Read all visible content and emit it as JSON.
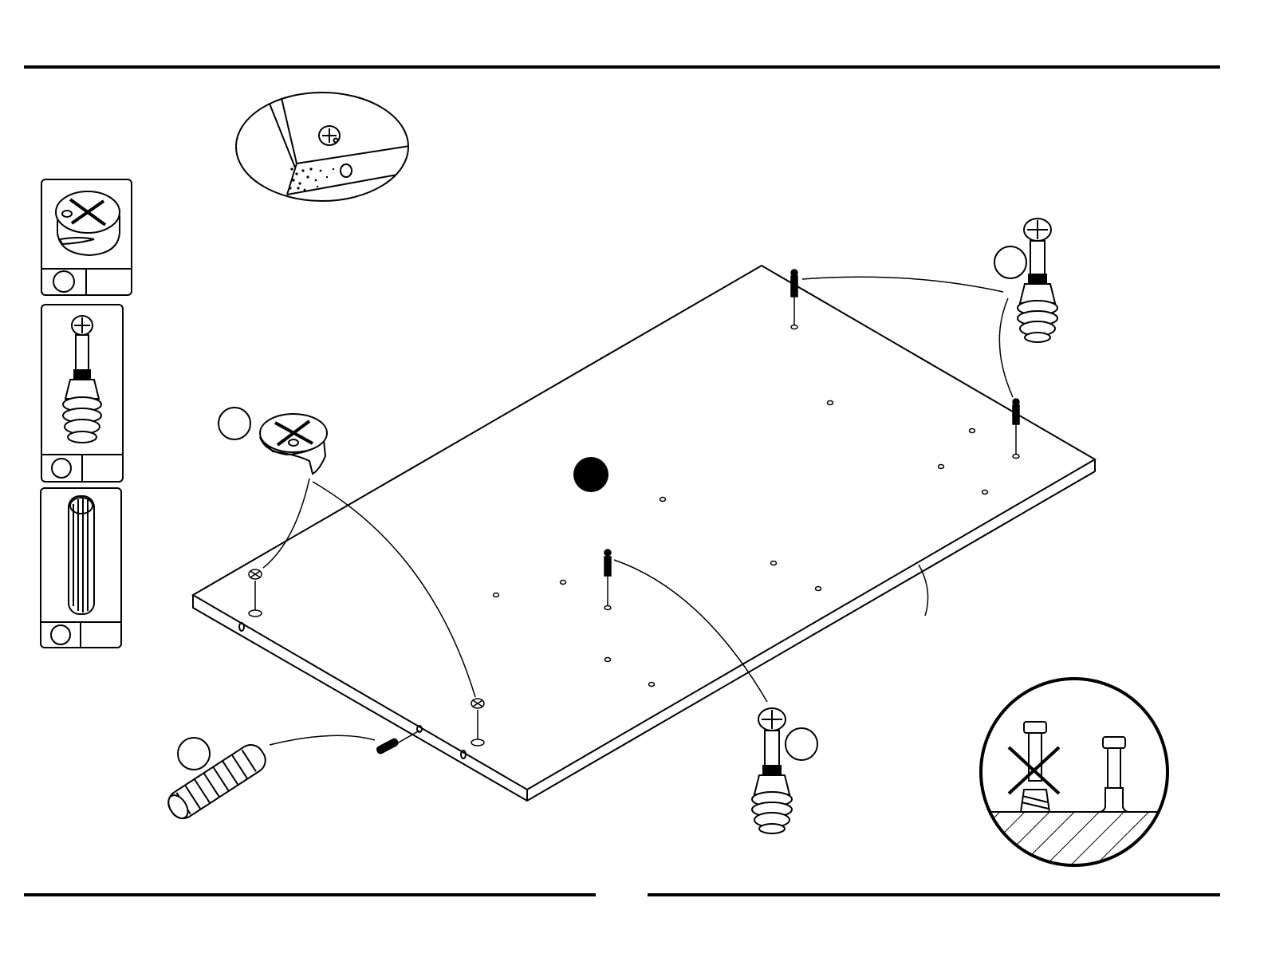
{
  "page": {
    "ink_color": "#000000",
    "paper_color": "#ffffff"
  },
  "parts_legend": [
    {
      "part": "cam-lock",
      "icon": "cam-lock-icon",
      "ref_label": "",
      "qty_label": ""
    },
    {
      "part": "cam-bolt",
      "icon": "cam-bolt-icon",
      "ref_label": "",
      "qty_label": ""
    },
    {
      "part": "wood-dowel",
      "icon": "wood-dowel-icon",
      "ref_label": "",
      "qty_label": ""
    }
  ],
  "main_illustration": {
    "panel": "panel-icon",
    "panel_marker": "filled-circle-marker",
    "callouts": [
      {
        "part": "cam-lock",
        "ref_label": ""
      },
      {
        "part": "cam-bolt-back",
        "ref_label": ""
      },
      {
        "part": "cam-bolt-front",
        "ref_label": ""
      },
      {
        "part": "wood-dowel",
        "ref_label": ""
      }
    ],
    "edge_detail": "magnified-edge-icon",
    "correct_depth_detail": "depth-check-icon"
  }
}
